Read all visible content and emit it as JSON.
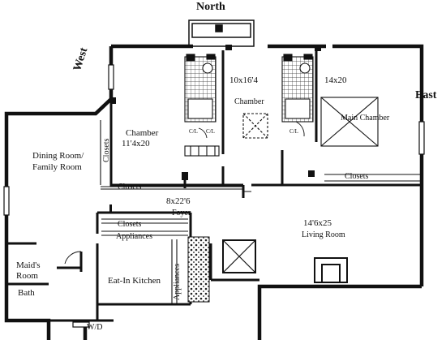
{
  "compass": {
    "north": "North",
    "west": "West",
    "east": "East"
  },
  "rooms": {
    "dining": {
      "name_line1": "Dining Room/",
      "name_line2": "Family Room"
    },
    "chamber_left": {
      "name": "Chamber",
      "size": "11'4x20"
    },
    "chamber_mid": {
      "size": "10x16'4",
      "name": "Chamber"
    },
    "main_chamber": {
      "size": "14x20",
      "name": "Main Chamber"
    },
    "foyer": {
      "size": "8x22'6",
      "name": "Foyer"
    },
    "living": {
      "size": "14'6x25",
      "name": "Living Room"
    },
    "kitchen": {
      "name": "Eat-In Kitchen"
    },
    "maids": {
      "name_line1": "Maid's",
      "name_line2": "Room"
    },
    "bath": {
      "name": "Bath"
    },
    "wd": {
      "name": "W/D"
    }
  },
  "labels": {
    "closets_vertical": "Closets",
    "closets_hall": "Closets",
    "closets_right": "Closets",
    "closets_kitchen": "Closets",
    "appliances_top": "Appliances",
    "appliances_side": "Appliances"
  },
  "fixtures": {
    "closet_tag": "C/L"
  }
}
